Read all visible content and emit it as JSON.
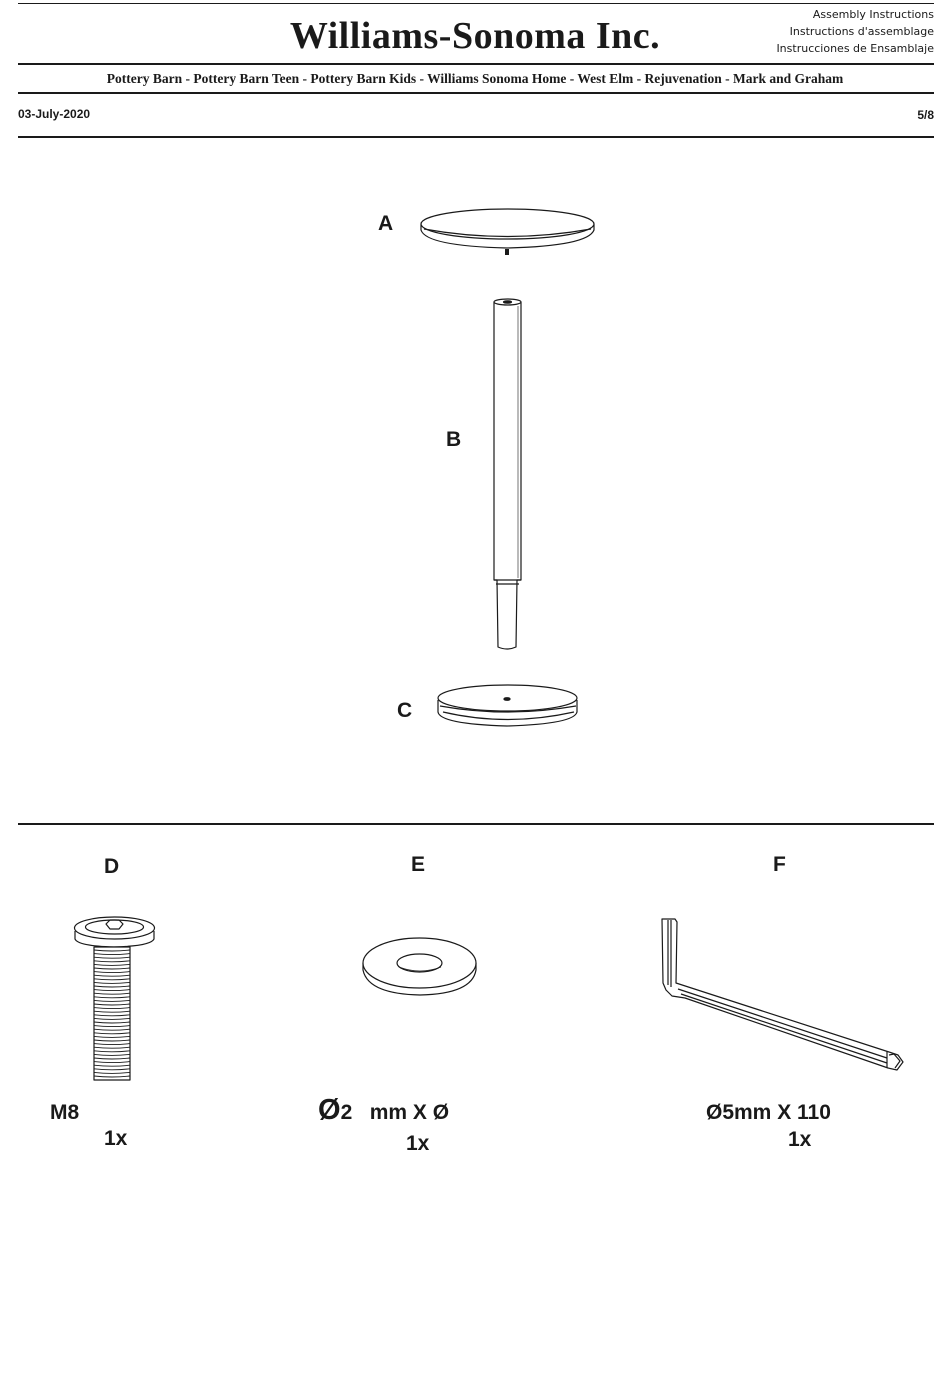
{
  "header": {
    "company": "Williams-Sonoma Inc.",
    "instructions": [
      "Assembly Instructions",
      "Instructions d'assemblage",
      "Instrucciones de Ensamblaje"
    ],
    "brands": "Pottery Barn - Pottery Barn Teen - Pottery Barn Kids  - Williams Sonoma Home - West Elm - Rejuvenation - Mark and Graham",
    "date": "03-July-2020",
    "page": "5/8"
  },
  "parts": [
    {
      "id": "A",
      "name": "tabletop"
    },
    {
      "id": "B",
      "name": "pole"
    },
    {
      "id": "C",
      "name": "base"
    }
  ],
  "hardware": [
    {
      "id": "D",
      "name": "bolt",
      "spec": "M8",
      "qty": "1x"
    },
    {
      "id": "E",
      "name": "washer",
      "spec_symbol": "Ø",
      "spec": "2   mm X Ø",
      "qty": "1x"
    },
    {
      "id": "F",
      "name": "allen-key",
      "spec": "Ø5mm X 110",
      "qty": "1x"
    }
  ]
}
